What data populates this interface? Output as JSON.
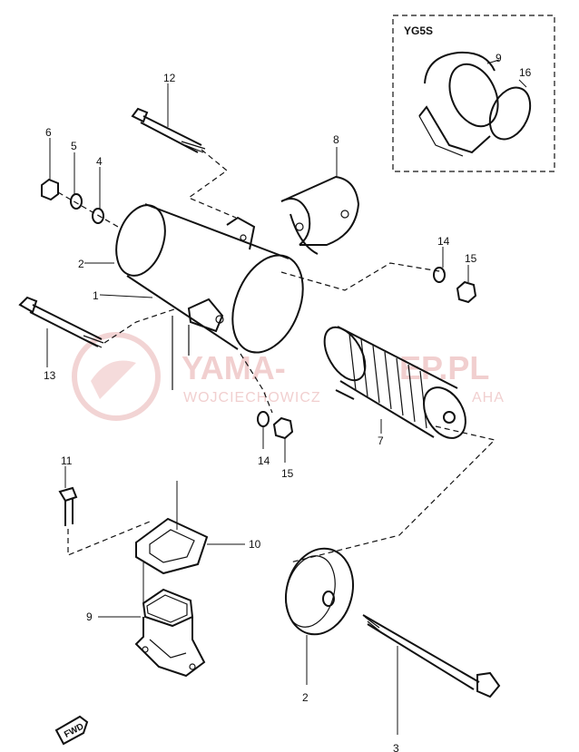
{
  "variant_box": {
    "label": "YG5S"
  },
  "watermark": {
    "brand": "YAMA-",
    "brand_suffix": "EP.PL",
    "sub_left": "WOJCIECHOWICZ",
    "sub_right": "AHA"
  },
  "direction_tag": "FWD",
  "callouts": {
    "c12": "12",
    "c6": "6",
    "c5": "5",
    "c4": "4",
    "c8": "8",
    "c9_box": "9",
    "c16": "16",
    "c2_top": "2",
    "c1": "1",
    "c14_right": "14",
    "c15_right": "15",
    "c13": "13",
    "c7": "7",
    "c14_mid": "14",
    "c15_mid": "15",
    "c11": "11",
    "c10": "10",
    "c9": "9",
    "c2_bottom": "2",
    "c3": "3"
  }
}
